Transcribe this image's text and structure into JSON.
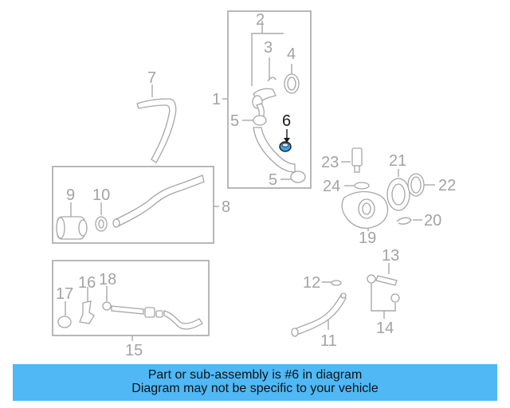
{
  "callouts": {
    "n1": "1",
    "n2": "2",
    "n3": "3",
    "n4": "4",
    "n5a": "5",
    "n5b": "5",
    "n6": "6",
    "n7": "7",
    "n8": "8",
    "n9": "9",
    "n10": "10",
    "n11": "11",
    "n12": "12",
    "n13": "13",
    "n14": "14",
    "n15": "15",
    "n16": "16",
    "n17": "17",
    "n18": "18",
    "n19": "19",
    "n20": "20",
    "n21": "21",
    "n22": "22",
    "n23": "23",
    "n24": "24"
  },
  "highlighted_part": "6",
  "colors": {
    "banner": "#4fb8f5",
    "diagram_lines": "#a6a6a6",
    "highlight": "#3aa0e8"
  },
  "banner": {
    "line1": "Part or sub-assembly is #6 in diagram",
    "line2": "Diagram may not be specific to your vehicle"
  }
}
